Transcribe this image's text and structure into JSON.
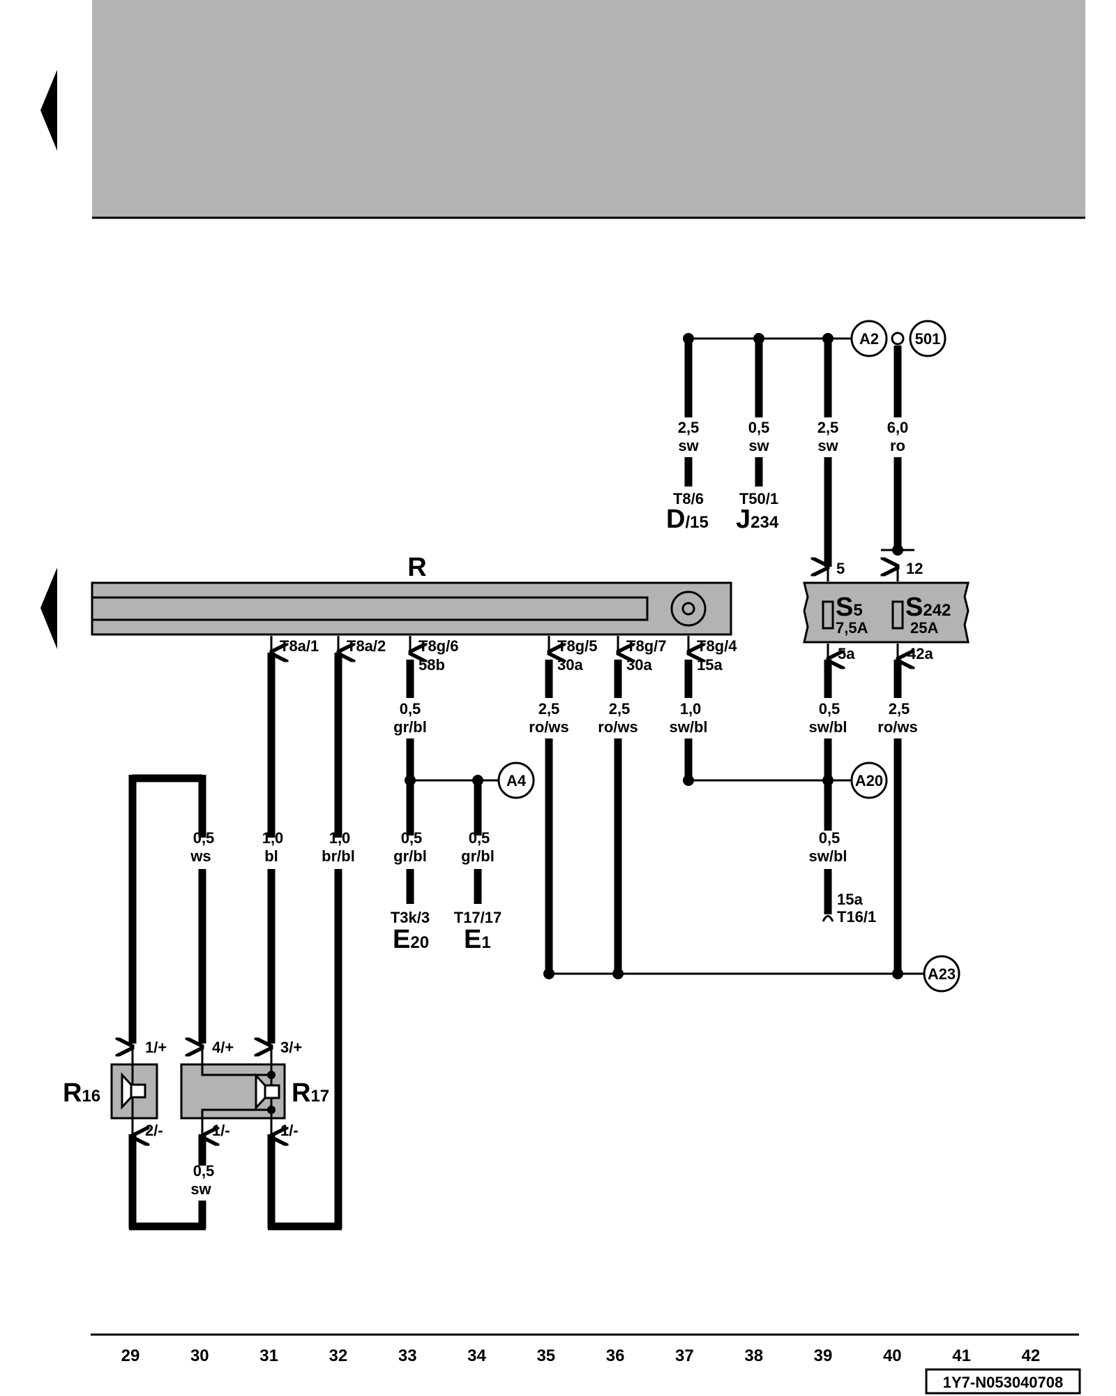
{
  "colors": {
    "header_gray": "#b3b3b3",
    "component_gray": "#b3b3b3",
    "ink": "#000000"
  },
  "icons": {
    "left_marker": "left-triangle-marker",
    "speaker": "speaker-icon",
    "fuse": "fuse-icon",
    "ground_point": "ground-point-icon"
  },
  "component_R": {
    "label": "R"
  },
  "fuse_box": {
    "s5": {
      "name": "S",
      "sub": "5",
      "rating": "7,5A"
    },
    "s242": {
      "name": "S",
      "sub": "242",
      "rating": "25A"
    },
    "pins": {
      "in5": "5",
      "in12": "12",
      "out5a": "5a",
      "out42a": "42a"
    }
  },
  "top_refs": {
    "a2": "A2",
    "c501": "501"
  },
  "top_wires": [
    {
      "size": "2,5",
      "color": "sw",
      "pin": "T8/6",
      "comp_main": "D",
      "comp_sub": "/15"
    },
    {
      "size": "0,5",
      "color": "sw",
      "pin": "T50/1",
      "comp_main": "J",
      "comp_sub": "234"
    },
    {
      "size": "2,5",
      "color": "sw"
    },
    {
      "size": "6,0",
      "color": "ro"
    }
  ],
  "r_pins": [
    {
      "pin": "T8a/1",
      "term": ""
    },
    {
      "pin": "T8a/2",
      "term": ""
    },
    {
      "pin": "T8g/6",
      "term": "58b"
    },
    {
      "pin": "T8g/5",
      "term": "30a"
    },
    {
      "pin": "T8g/7",
      "term": "30a"
    },
    {
      "pin": "T8g/4",
      "term": "15a"
    }
  ],
  "mid_wires": [
    {
      "size": "0,5",
      "color": "gr/bl"
    },
    {
      "size": "2,5",
      "color": "ro/ws"
    },
    {
      "size": "2,5",
      "color": "ro/ws"
    },
    {
      "size": "1,0",
      "color": "sw/bl"
    },
    {
      "size": "0,5",
      "color": "sw/bl"
    },
    {
      "size": "2,5",
      "color": "ro/ws"
    }
  ],
  "refs": {
    "a4": "A4",
    "a20": "A20",
    "a23": "A23"
  },
  "lower_wires": [
    {
      "size": "0,5",
      "color": "ws"
    },
    {
      "size": "1,0",
      "color": "bl"
    },
    {
      "size": "1,0",
      "color": "br/bl"
    },
    {
      "size": "0,5",
      "color": "gr/bl",
      "pin": "T3k/3",
      "comp_main": "E",
      "comp_sub": "20"
    },
    {
      "size": "0,5",
      "color": "gr/bl",
      "pin": "T17/17",
      "comp_main": "E",
      "comp_sub": "1"
    },
    {
      "size": "0,5",
      "color": "sw/bl",
      "term": "15a",
      "pin": "T16/1"
    }
  ],
  "speakers": {
    "r16": {
      "main": "R",
      "sub": "16",
      "pin_top": "1/+",
      "pin_bottom": "2/-"
    },
    "r17": {
      "main": "R",
      "sub": "17",
      "pin_top_left": "4/+",
      "pin_top_right": "3/+",
      "pin_bottom_left": "1/-",
      "pin_bottom_right": "1/-"
    },
    "return_wire": {
      "size": "0,5",
      "color": "sw"
    }
  },
  "current_track_numbers": [
    "29",
    "30",
    "31",
    "32",
    "33",
    "34",
    "35",
    "36",
    "37",
    "38",
    "39",
    "40",
    "41",
    "42"
  ],
  "doc_code": "1Y7-N053040708"
}
